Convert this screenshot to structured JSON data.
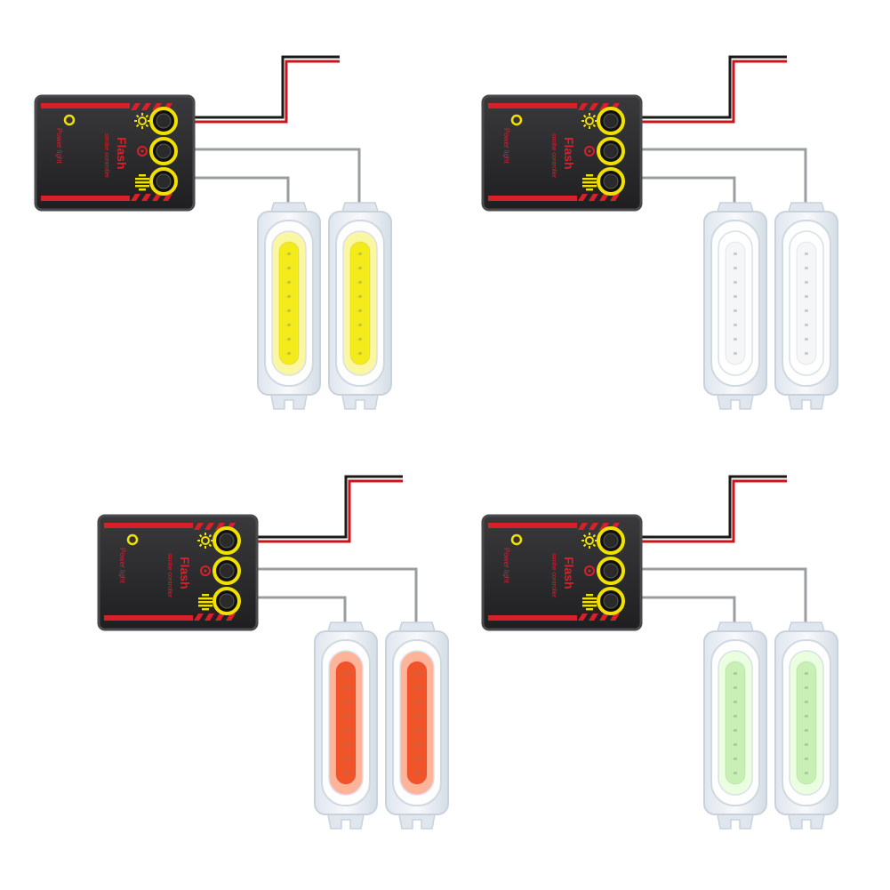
{
  "product": {
    "controller_labels": {
      "power_label": "Power light",
      "brand_label": "Flash",
      "model_label": "strobe controller"
    },
    "colors": {
      "case": "#2b2b2d",
      "case_border": "#4a4a4c",
      "accent_red": "#d8202a",
      "ring_yellow": "#f2e100",
      "wire_red": "#c8141c",
      "wire_black": "#1a1a1a",
      "wire_silver": "#9a9da2",
      "lamp_housing": "#e8edf3",
      "lamp_rim": "#c9d2dc"
    },
    "variants": [
      {
        "name": "yellow",
        "led_color": "#f4ec1a",
        "led_glow": "#fbf7a0"
      },
      {
        "name": "white",
        "led_color": "#f4f6f8",
        "led_glow": "#ffffff"
      },
      {
        "name": "red",
        "led_color": "#f2542a",
        "led_glow": "#ffb49a"
      },
      {
        "name": "green",
        "led_color": "#c8f0b4",
        "led_glow": "#eaffdf"
      }
    ]
  }
}
